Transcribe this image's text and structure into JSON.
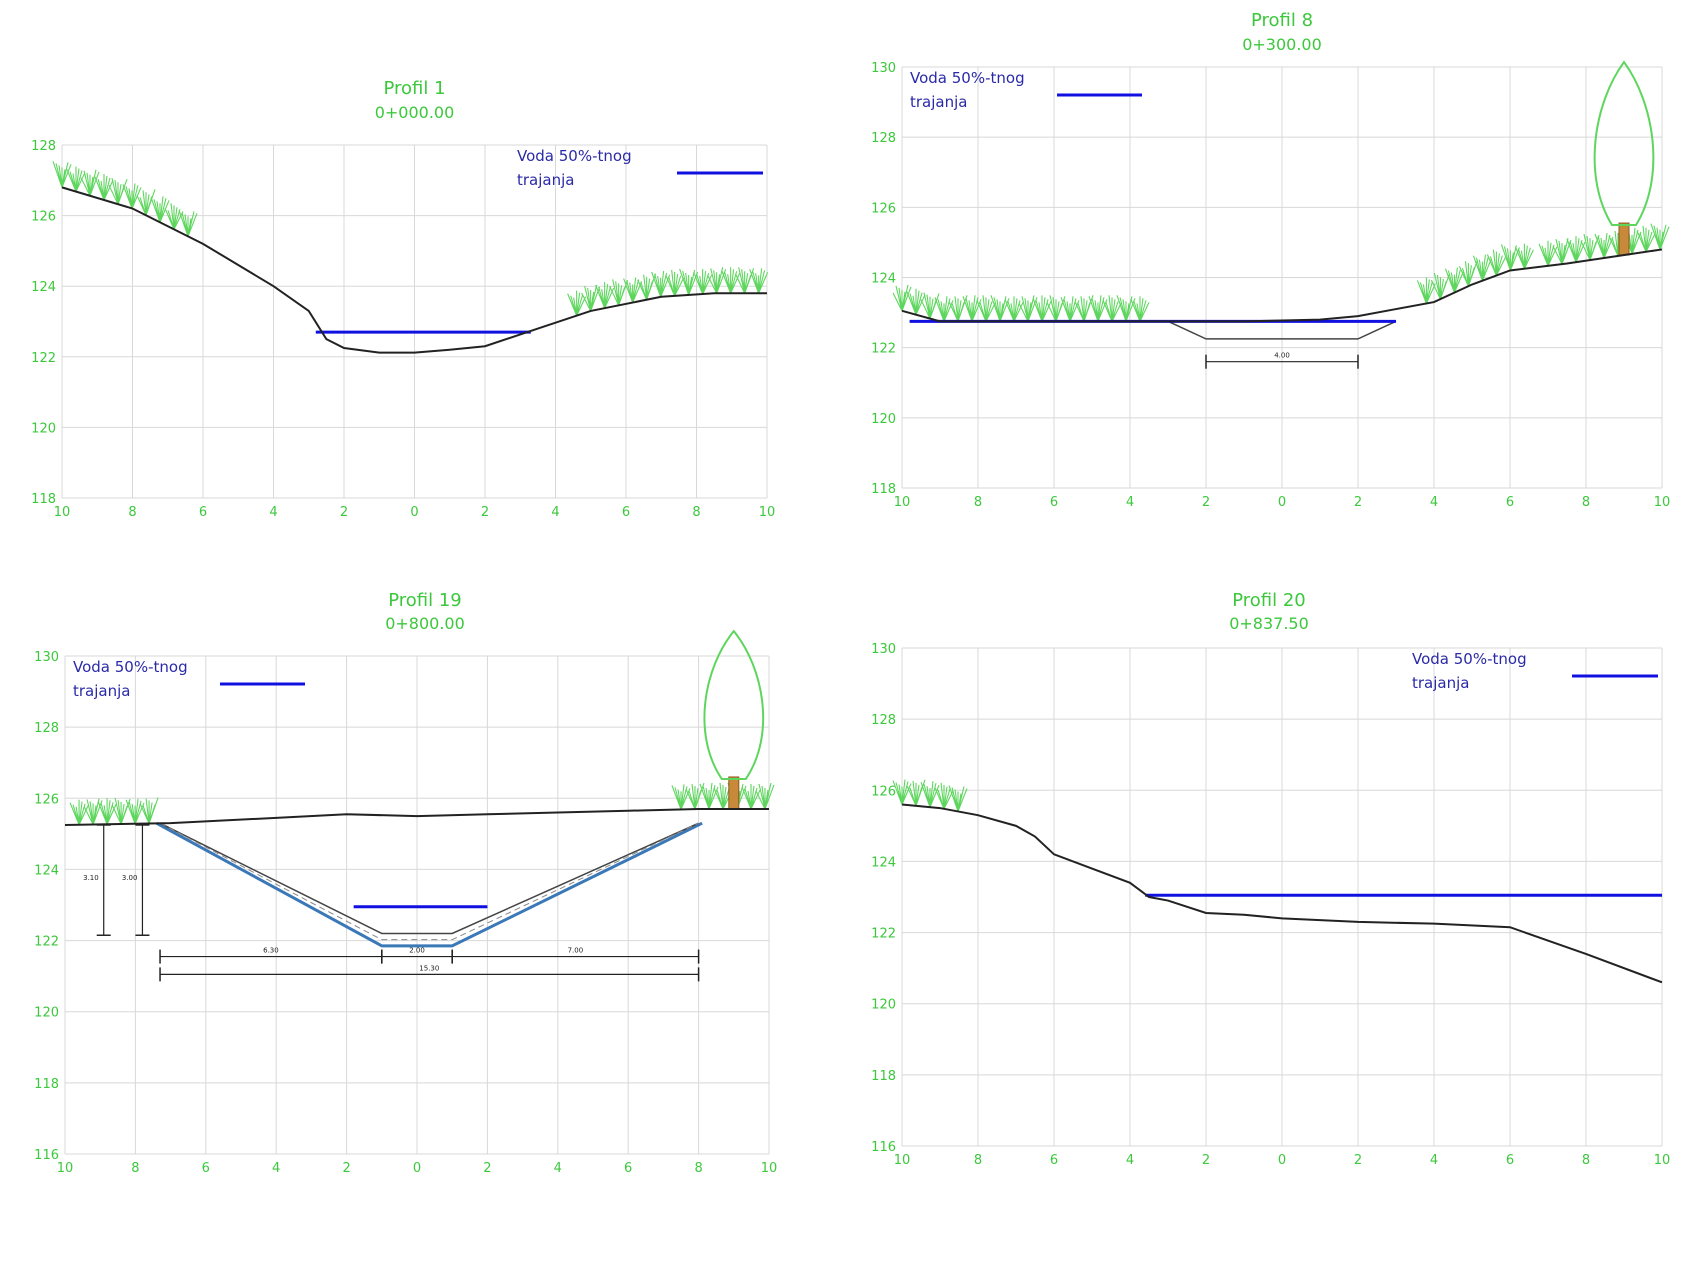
{
  "colors": {
    "title": "#3cc83c",
    "axis_text": "#3cc83c",
    "legend_text": "#2a2aa8",
    "water": "#1010e0",
    "grid": "#d8d8d8",
    "terrain": "#222222",
    "channel": "#3a78b8",
    "vegetation": "#5ed65e",
    "trunk": "#c88a3a"
  },
  "legend": {
    "label_line1": "Voda 50%-tnog",
    "label_line2": "trajanja"
  },
  "profiles": [
    {
      "title": "Profil 1",
      "station": "0+000.00",
      "xlim": [
        -10,
        10
      ],
      "ylim": [
        118,
        128
      ],
      "x_tick_labels": [
        "10",
        "8",
        "6",
        "4",
        "2",
        "0",
        "2",
        "4",
        "6",
        "8",
        "10"
      ],
      "y_ticks": [
        118,
        120,
        122,
        124,
        126,
        128
      ],
      "terrain": [
        [
          -10,
          126.8
        ],
        [
          -8,
          126.2
        ],
        [
          -6,
          125.2
        ],
        [
          -4,
          124.0
        ],
        [
          -3,
          123.3
        ],
        [
          -2.5,
          122.5
        ],
        [
          -2,
          122.25
        ],
        [
          -1,
          122.12
        ],
        [
          0,
          122.12
        ],
        [
          1,
          122.2
        ],
        [
          2,
          122.3
        ],
        [
          3.5,
          122.8
        ],
        [
          5,
          123.3
        ],
        [
          7,
          123.7
        ],
        [
          8.5,
          123.8
        ],
        [
          10,
          123.8
        ]
      ],
      "water_level": 122.7,
      "water_from": -2.8,
      "water_to": 3.3,
      "legend_position": "top-right",
      "channel": null,
      "dimensions": [],
      "vegetation": [
        {
          "from": -10,
          "to": -6.2,
          "base": "terrain"
        },
        {
          "from": 4.6,
          "to": 10,
          "base": "terrain"
        }
      ],
      "tree": null
    },
    {
      "title": "Profil 8",
      "station": "0+300.00",
      "xlim": [
        -10,
        10
      ],
      "ylim": [
        118,
        130
      ],
      "x_tick_labels": [
        "10",
        "8",
        "6",
        "4",
        "2",
        "0",
        "2",
        "4",
        "6",
        "8",
        "10"
      ],
      "y_ticks": [
        118,
        120,
        122,
        124,
        126,
        128,
        130
      ],
      "terrain": [
        [
          -10,
          123.05
        ],
        [
          -9,
          122.75
        ],
        [
          -6,
          122.75
        ],
        [
          -3,
          122.75
        ],
        [
          -1,
          122.75
        ],
        [
          1,
          122.8
        ],
        [
          2,
          122.9
        ],
        [
          3,
          123.1
        ],
        [
          4,
          123.3
        ],
        [
          5,
          123.8
        ],
        [
          6,
          124.2
        ],
        [
          7.5,
          124.4
        ],
        [
          10,
          124.8
        ]
      ],
      "water_level": 122.75,
      "water_from": -9.8,
      "water_to": 3.0,
      "legend_position": "top-left",
      "channel": {
        "bottom_left": -2,
        "bottom_right": 2,
        "bottom_elev": 122.25,
        "top_left": -3,
        "top_right": 3,
        "top_elev": 122.75,
        "lining": false
      },
      "dimensions": [
        {
          "from": -2,
          "to": 2,
          "elev": 121.6,
          "label": "4.00"
        }
      ],
      "vegetation": [
        {
          "from": -10,
          "to": -3.6,
          "base": "terrain"
        },
        {
          "from": 3.8,
          "to": 6.5,
          "base": "terrain"
        },
        {
          "from": 7,
          "to": 10,
          "base": "terrain"
        }
      ],
      "tree": {
        "x": 9,
        "base": "terrain",
        "height": 5.5
      }
    },
    {
      "title": "Profil 19",
      "station": "0+800.00",
      "xlim": [
        -10,
        10
      ],
      "ylim": [
        116,
        130
      ],
      "x_tick_labels": [
        "10",
        "8",
        "6",
        "4",
        "2",
        "0",
        "2",
        "4",
        "6",
        "8",
        "10"
      ],
      "y_ticks": [
        116,
        118,
        120,
        122,
        124,
        126,
        128,
        130
      ],
      "terrain": [
        [
          -10,
          125.25
        ],
        [
          -7,
          125.3
        ],
        [
          -4,
          125.45
        ],
        [
          -2,
          125.55
        ],
        [
          0,
          125.5
        ],
        [
          2,
          125.55
        ],
        [
          4,
          125.6
        ],
        [
          6,
          125.65
        ],
        [
          8,
          125.7
        ],
        [
          10,
          125.7
        ]
      ],
      "water_level": 122.95,
      "water_from": -1.8,
      "water_to": 2.0,
      "legend_position": "top-left",
      "channel": {
        "bottom_left": -1,
        "bottom_right": 1,
        "bottom_elev": 122.2,
        "top_left": -7.3,
        "top_right": 8,
        "top_elev": 125.3,
        "lining": true
      },
      "dimensions": [
        {
          "from": -7.3,
          "to": -1,
          "elev": 121.55,
          "label": "6.30"
        },
        {
          "from": -1,
          "to": 1,
          "elev": 121.55,
          "label": "2.00"
        },
        {
          "from": 1,
          "to": 8,
          "elev": 121.55,
          "label": "7.00"
        },
        {
          "from": -7.3,
          "to": 8,
          "elev": 121.05,
          "label": "15.30"
        }
      ],
      "vertical_dims": [
        {
          "x": -8.9,
          "from": 122.15,
          "to": 125.25,
          "label": "3.10"
        },
        {
          "x": -7.8,
          "from": 122.15,
          "to": 125.25,
          "label": "3.00"
        }
      ],
      "vegetation": [
        {
          "from": -9.6,
          "to": -7.6,
          "base": "terrain"
        },
        {
          "from": 7.5,
          "to": 10,
          "base": "terrain"
        }
      ],
      "tree": {
        "x": 9,
        "base": "terrain",
        "height": 5.0
      }
    },
    {
      "title": "Profil 20",
      "station": "0+837.50",
      "xlim": [
        -10,
        10
      ],
      "ylim": [
        116,
        130
      ],
      "x_tick_labels": [
        "10",
        "8",
        "6",
        "4",
        "2",
        "0",
        "2",
        "4",
        "6",
        "8",
        "10"
      ],
      "y_ticks": [
        116,
        118,
        120,
        122,
        124,
        126,
        128,
        130
      ],
      "terrain": [
        [
          -10,
          125.6
        ],
        [
          -9,
          125.5
        ],
        [
          -8,
          125.3
        ],
        [
          -7,
          125.0
        ],
        [
          -6.5,
          124.7
        ],
        [
          -6,
          124.2
        ],
        [
          -5,
          123.8
        ],
        [
          -4,
          123.4
        ],
        [
          -3.5,
          123.0
        ],
        [
          -3,
          122.9
        ],
        [
          -2,
          122.55
        ],
        [
          -1,
          122.5
        ],
        [
          0,
          122.4
        ],
        [
          2,
          122.3
        ],
        [
          4,
          122.25
        ],
        [
          6,
          122.15
        ],
        [
          8,
          121.4
        ],
        [
          10,
          120.6
        ]
      ],
      "water_level": 123.05,
      "water_from": -3.6,
      "water_to": 10,
      "legend_position": "top-right",
      "channel": null,
      "dimensions": [],
      "vegetation": [
        {
          "from": -10,
          "to": -8.4,
          "base": "terrain"
        }
      ],
      "tree": null
    }
  ]
}
